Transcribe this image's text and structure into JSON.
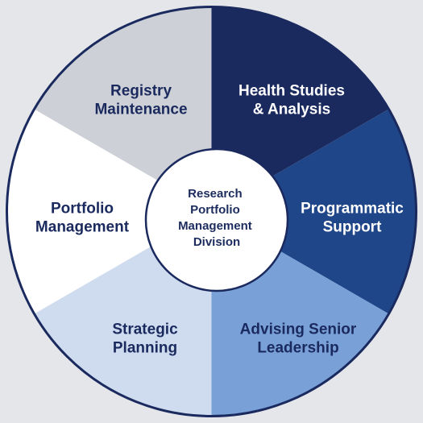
{
  "diagram": {
    "center": {
      "lines": [
        "Research",
        "Portfolio",
        "Management",
        "Division"
      ]
    },
    "segments": [
      {
        "id": "health-studies",
        "lines": [
          "Health Studies",
          "& Analysis"
        ],
        "fill": "#1a2a5e",
        "text_color": "#ffffff"
      },
      {
        "id": "programmatic-support",
        "lines": [
          "Programmatic",
          "Support"
        ],
        "fill": "#1f4688",
        "text_color": "#ffffff"
      },
      {
        "id": "advising-senior-leadership",
        "lines": [
          "Advising Senior",
          "Leadership"
        ],
        "fill": "#7aa0d8",
        "text_color": "#1a2a5e"
      },
      {
        "id": "strategic-planning",
        "lines": [
          "Strategic",
          "Planning"
        ],
        "fill": "#cfdcef",
        "text_color": "#1a2a5e"
      },
      {
        "id": "portfolio-management",
        "lines": [
          "Portfolio",
          "Management"
        ],
        "fill": "#ffffff",
        "text_color": "#1a2a5e"
      },
      {
        "id": "registry-maintenance",
        "lines": [
          "Registry",
          "Maintenance"
        ],
        "fill": "#cdd0d6",
        "text_color": "#1a2a5e"
      }
    ],
    "colors": {
      "background": "#e4e6ea",
      "ring_stroke": "#1a2a5e"
    }
  }
}
